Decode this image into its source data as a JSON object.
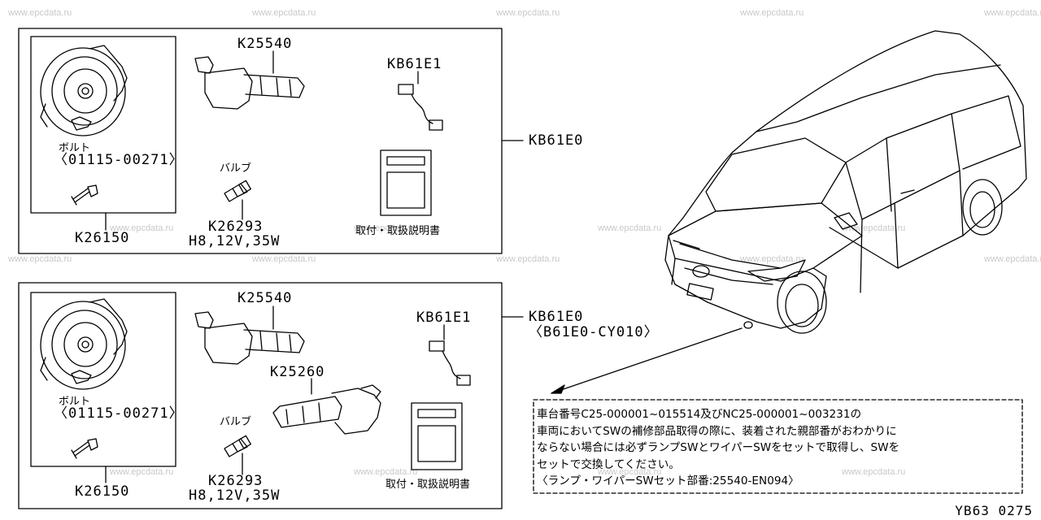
{
  "watermark": "www.epcdata.ru",
  "upper_kit": {
    "kit_label": "KB61E0",
    "switch_label": "K25540",
    "harness_label": "KB61E1",
    "horn_group_label": "K26150",
    "bolt_name": "ボルト",
    "bolt_part": "〈01115-00271〉",
    "bulb_name": "バルブ",
    "bulb_part": "K26293",
    "bulb_spec": "H8,12V,35W",
    "manual_label": "取付・取扱説明書"
  },
  "lower_kit": {
    "kit_label": "KB61E0",
    "kit_sub_label": "〈B61E0-CY010〉",
    "switch_label": "K25540",
    "wiper_switch_label": "K25260",
    "harness_label": "KB61E1",
    "horn_group_label": "K26150",
    "bolt_name": "ボルト",
    "bolt_part": "〈01115-00271〉",
    "bulb_name": "バルブ",
    "bulb_part": "K26293",
    "bulb_spec": "H8,12V,35W",
    "manual_label": "取付・取扱説明書"
  },
  "note_lines": [
    "車台番号C25-000001~015514及びNC25-000001~003231の",
    "車両においてSWの補修部品取得の際に、装着された親部番がおわかりに",
    "ならない場合には必ずランプSWとワイパーSWをセットで取得し、SWを",
    "セットで交換してください。",
    "〈ランプ・ワイパーSWセット部番:25540-EN094〉"
  ],
  "diagram_code": "YB63 0275"
}
